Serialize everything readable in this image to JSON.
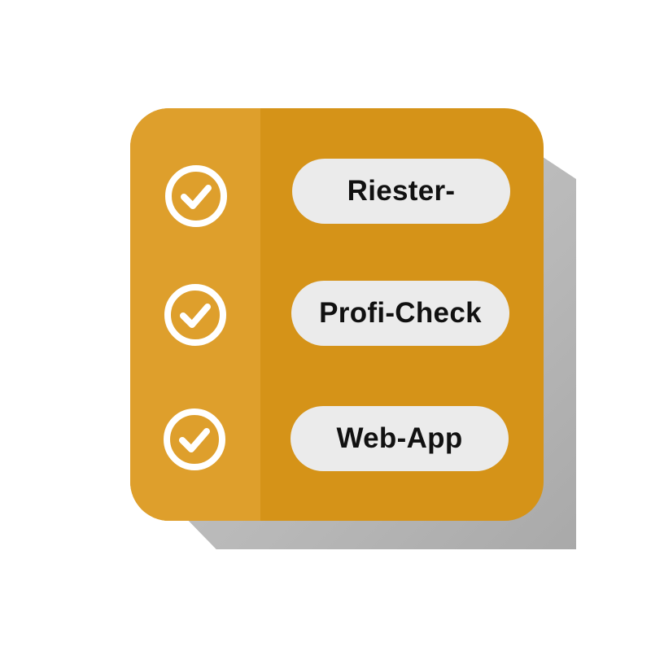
{
  "items": [
    {
      "label": "Riester-",
      "icon": "checkmark-circle-icon"
    },
    {
      "label": "Profi-Check",
      "icon": "checkmark-circle-icon"
    },
    {
      "label": "Web-App",
      "icon": "checkmark-circle-icon"
    }
  ],
  "colors": {
    "card": "#d59318",
    "card_left_panel": "#de9f2c",
    "pill": "#ebebeb",
    "text": "#111111",
    "icon": "#ffffff",
    "shadow": "#b8b8b8"
  }
}
